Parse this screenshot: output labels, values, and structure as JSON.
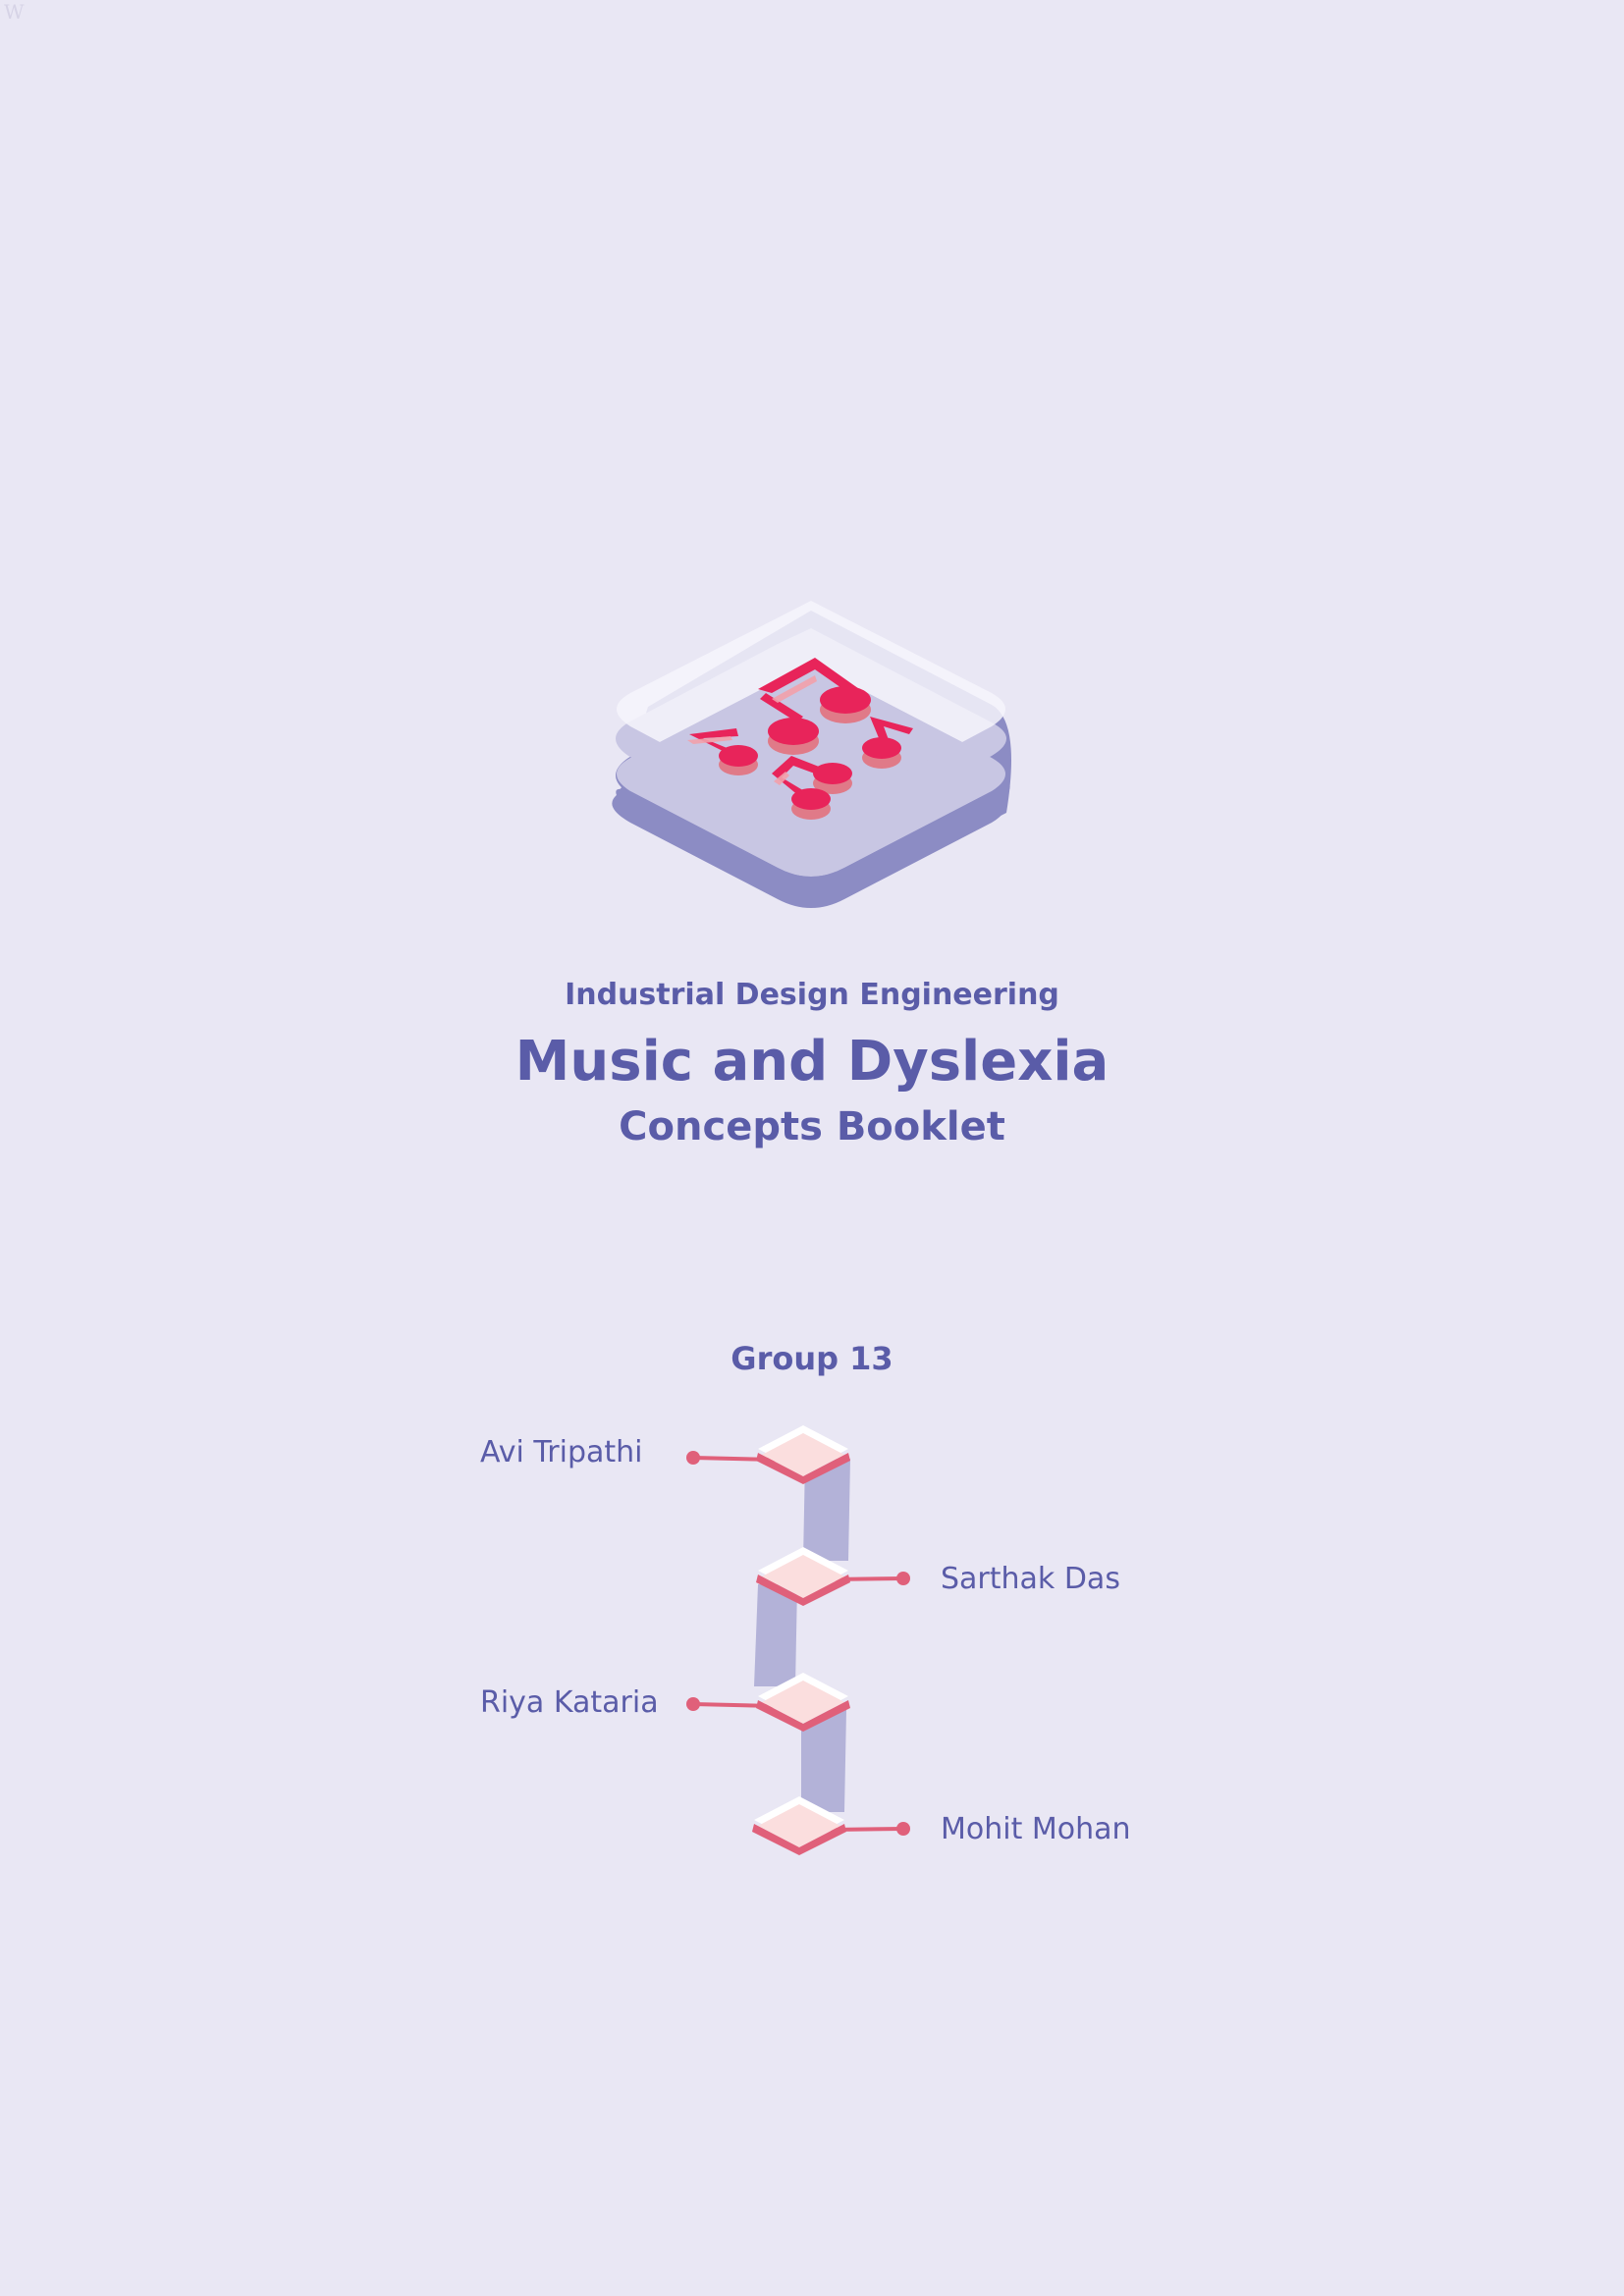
{
  "corner_mark": "W",
  "cover": {
    "department": "Industrial Design Engineering",
    "title": "Music and Dyslexia",
    "subtitle": "Concepts Booklet",
    "illustration": "music-notes-platform-icon"
  },
  "team": {
    "group_label": "Group 13",
    "members": [
      {
        "name": "Avi Tripathi"
      },
      {
        "name": "Sarthak Das"
      },
      {
        "name": "Riya Kataria"
      },
      {
        "name": "Mohit Mohan"
      }
    ]
  },
  "colors": {
    "background": "#e9e7f4",
    "text": "#5a5ca8",
    "accent": "#e8245a",
    "node_line": "#e0607a",
    "platform_base": "#8c8cc4",
    "platform_top": "#c8c6e3",
    "platform_glass": "#f6f5fb",
    "connector": "#b3b2d8",
    "node_fill": "#fbdede"
  }
}
